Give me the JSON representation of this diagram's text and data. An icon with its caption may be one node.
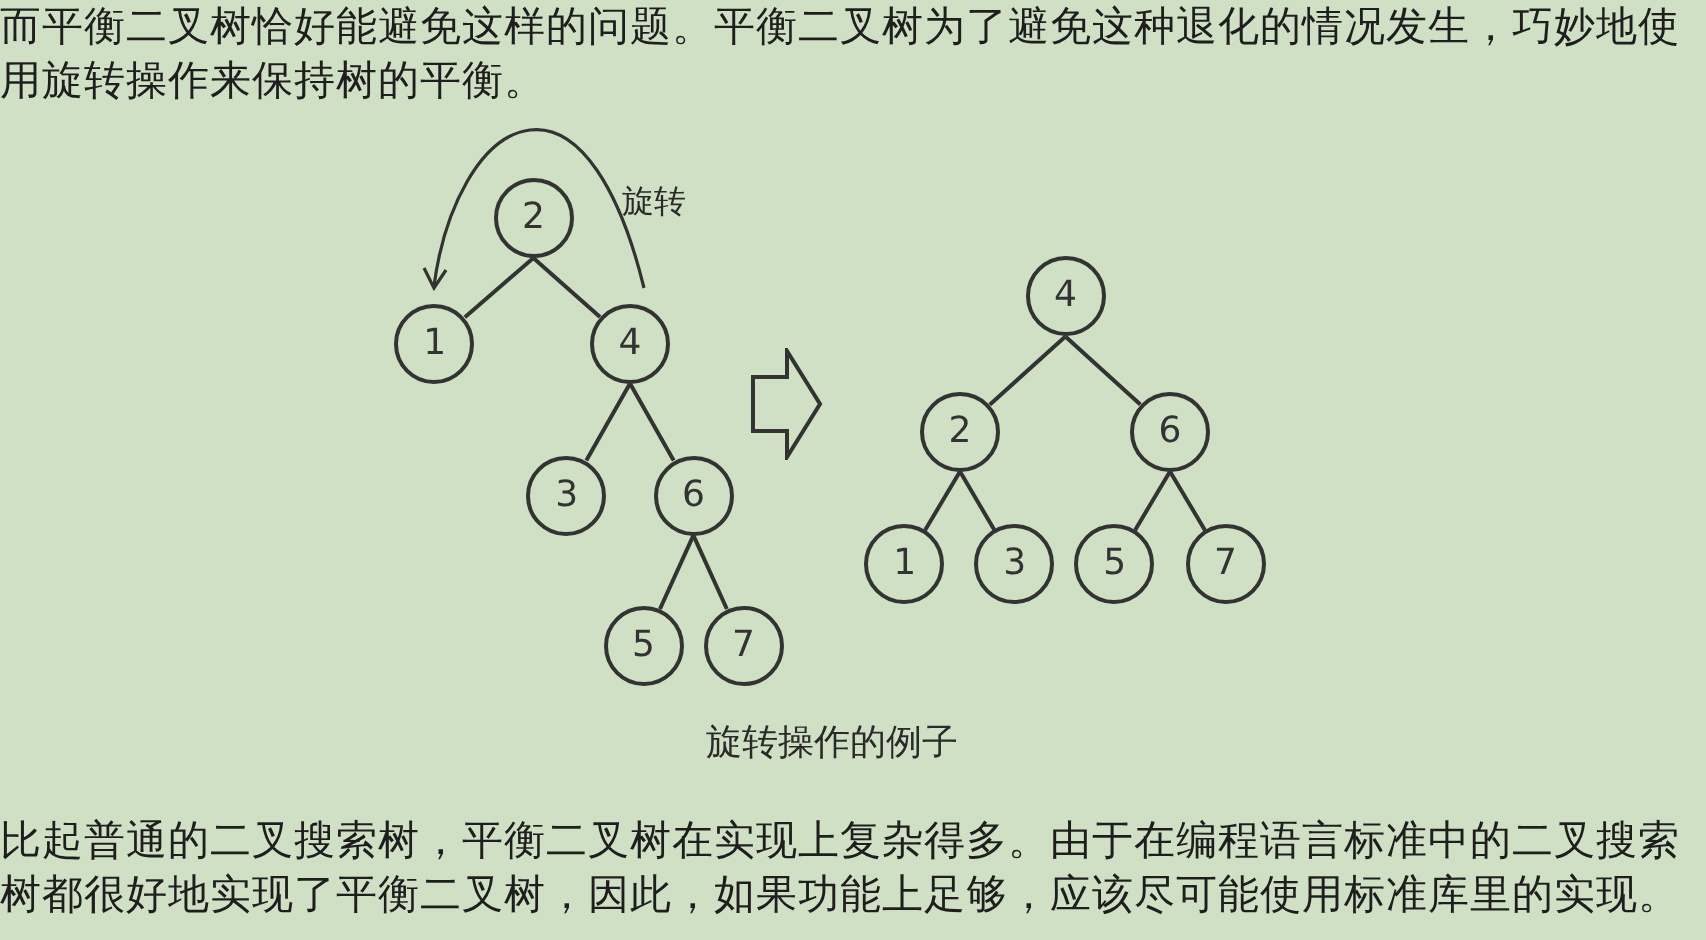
{
  "diagram": {
    "caption": "旋转操作的例子",
    "nodes": [
      {
        "text": [
          "2"
        ]
      },
      {
        "text": [
          "1"
        ]
      },
      {
        "text": [
          "4"
        ]
      },
      {
        "text": [
          "3"
        ]
      },
      {
        "text": [
          "6"
        ]
      },
      {
        "text": [
          "5"
        ]
      },
      {
        "text": [
          "7"
        ]
      },
      {
        "text": [
          "4"
        ]
      },
      {
        "text": [
          "2"
        ]
      },
      {
        "text": [
          "6"
        ]
      },
      {
        "text": [
          "1"
        ]
      },
      {
        "text": [
          "3"
        ]
      },
      {
        "text": [
          "5"
        ]
      },
      {
        "text": [
          "7"
        ]
      }
    ],
    "edges": [
      {
        "from": 0,
        "to": 1,
        "arrow": "none"
      },
      {
        "from": 0,
        "to": 2,
        "arrow": "none"
      },
      {
        "from": 2,
        "to": 3,
        "arrow": "none"
      },
      {
        "from": 2,
        "to": 4,
        "arrow": "none"
      },
      {
        "from": 4,
        "to": 5,
        "arrow": "none"
      },
      {
        "from": 4,
        "to": 6,
        "arrow": "none"
      },
      {
        "from": 7,
        "to": 8,
        "arrow": "none"
      },
      {
        "from": 7,
        "to": 9,
        "arrow": "none"
      },
      {
        "from": 8,
        "to": 10,
        "arrow": "none"
      },
      {
        "from": 8,
        "to": 11,
        "arrow": "none"
      },
      {
        "from": 9,
        "to": 12,
        "arrow": "none"
      },
      {
        "from": 9,
        "to": 13,
        "arrow": "none"
      }
    ],
    "labels": [
      "而平衡二叉树恰好能避免这样的问题。平衡二叉树为了避免这种退化的情况发生，巧妙地使用旋转操作来保持树的平衡。",
      "旋转",
      "比起普通的二叉搜索树，平衡二叉树在实现上复杂得多。由于在编程语言标准中的二叉搜索树都很好地实现了平衡二叉树，因此，如果功能上足够，应该尽可能使用标准库里的实现。"
    ]
  }
}
